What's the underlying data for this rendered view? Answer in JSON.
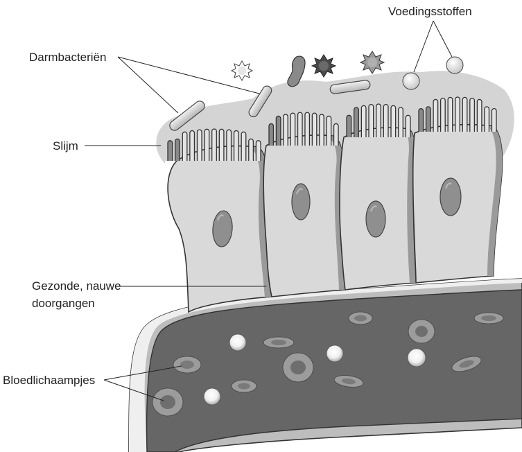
{
  "labels": {
    "nutrients": "Voedingsstoffen",
    "gut_bacteria": "Darmbacteriën",
    "mucus": "Slijm",
    "junctions_line1": "Gezonde, nauwe",
    "junctions_line2": "doorgangen",
    "blood_cells": "Bloedlichaampjes"
  },
  "colors": {
    "mucus": "#d4d4d4",
    "cell_fill": "#d9d9d9",
    "cell_shadow": "#9a9a9a",
    "nucleus": "#8f8f8f",
    "vessel_interior": "#666666",
    "vessel_wall": "#bdbdbd",
    "red_cell": "#9c9c9c",
    "white_cell": "#ffffff",
    "outline": "#333333"
  }
}
